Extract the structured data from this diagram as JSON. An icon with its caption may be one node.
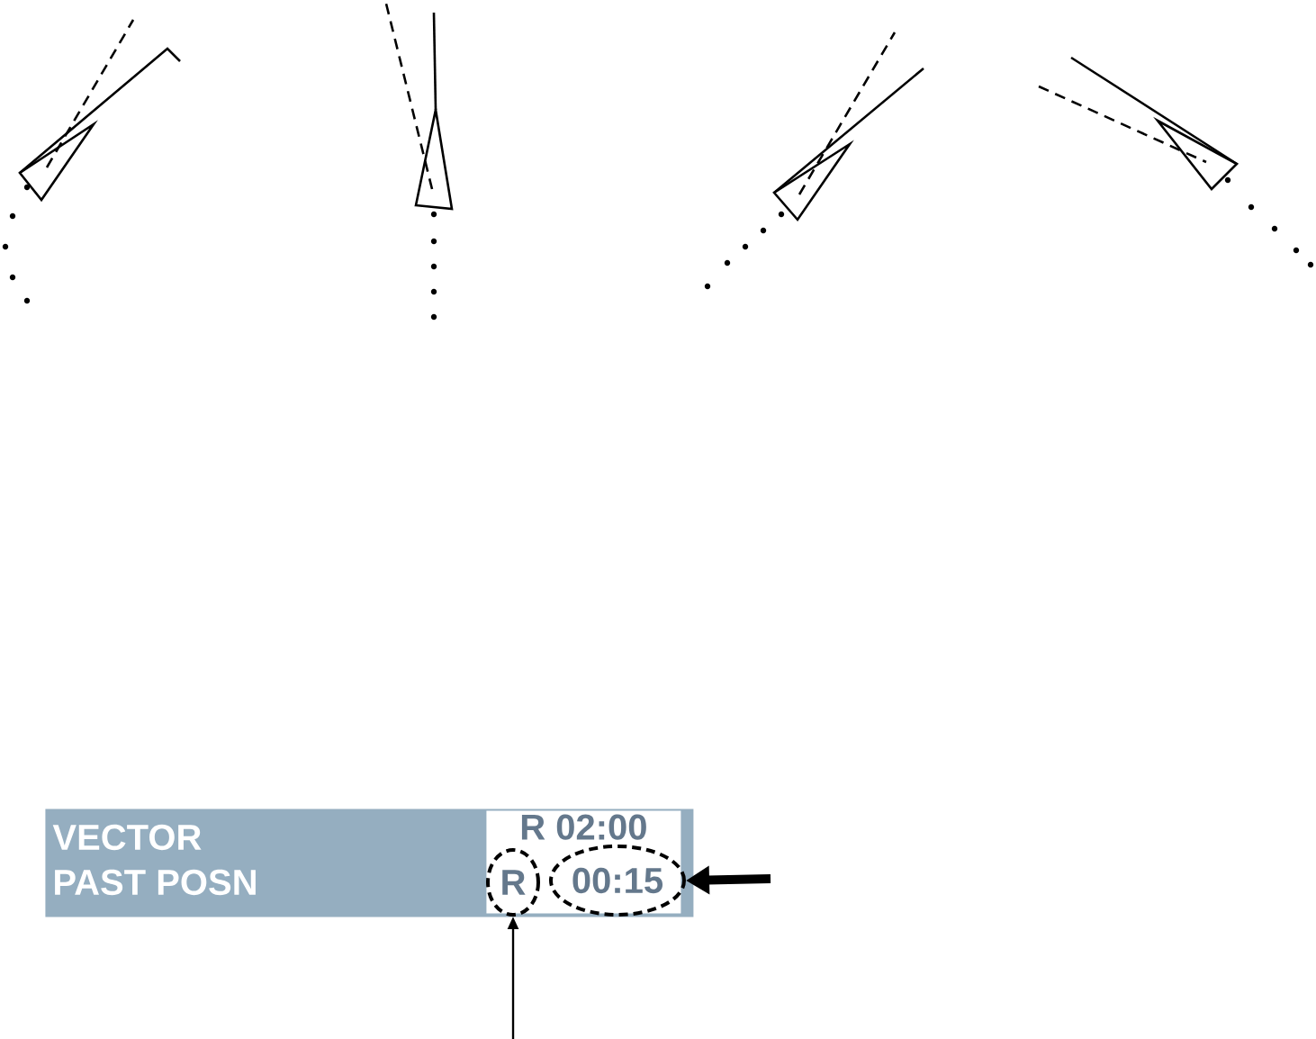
{
  "diagram": {
    "nodes": [
      {
        "text": [
          "VECTOR",
          "PAST POSN"
        ]
      },
      {
        "text": [
          "R  02:00"
        ],
        "in": 0
      },
      {
        "text": [
          "R"
        ],
        "in": 1
      },
      {
        "text": [
          "00:15"
        ],
        "in": 1
      }
    ],
    "edges": [
      {
        "from": null,
        "to": 3,
        "arrow": "to",
        "style": "thick"
      },
      {
        "from": null,
        "to": 2,
        "arrow": "to"
      }
    ]
  }
}
